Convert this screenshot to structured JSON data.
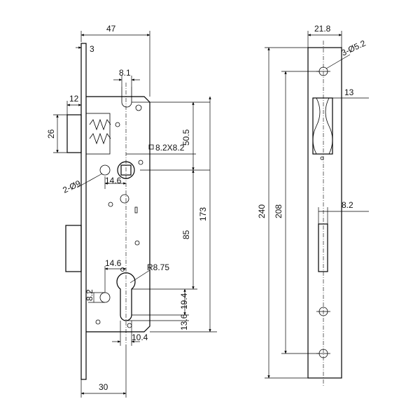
{
  "colors": {
    "line": "#000000",
    "background": "#ffffff",
    "text": "#111111"
  },
  "front_view": {
    "dimensions": {
      "total_depth": "47",
      "faceplate_thickness": "3",
      "follower_width": "8.1",
      "latch_projection": "12",
      "latch_height": "26",
      "follower_to_center": "50.5",
      "square_spindle": "8.2X8.2",
      "total_case_height": "173",
      "mount_holes": "2-Ø9",
      "hole_offset": "14.6",
      "spindle_to_cylinder": "85",
      "cylinder_offset": "14.6",
      "cylinder_radius": "R8.75",
      "cylinder_hole": "8.2",
      "cylinder_height": "19.4",
      "cylinder_lower": "13.6",
      "cylinder_width": "10.4",
      "backset": "30"
    }
  },
  "side_view": {
    "dimensions": {
      "faceplate_width": "21.8",
      "screw_holes": "3-Ø5.2",
      "latch_slot_width": "13",
      "total_length": "240",
      "hole_spacing": "208",
      "bolt_slot_width": "8.2"
    }
  }
}
